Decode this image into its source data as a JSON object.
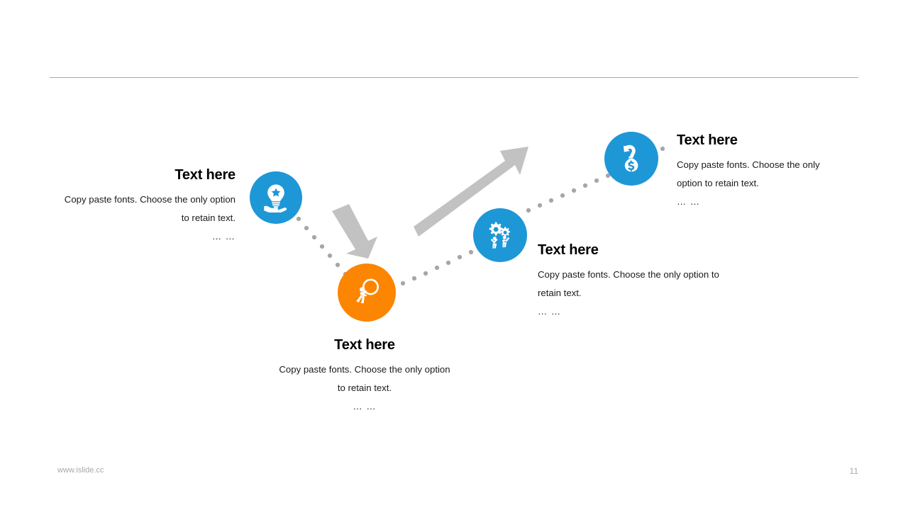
{
  "slide": {
    "page_number": "11",
    "watermark_url": "www.islide.cc",
    "colors": {
      "blue": "#1E97D6",
      "orange": "#FC8501",
      "arrow_gray": "#C2C2C2",
      "dot_gray": "#A6A6A6",
      "divider_gray": "#A6A6A6",
      "footer_gray": "#A8A8A8"
    }
  },
  "blocks": [
    {
      "title": "Text here",
      "body": "Copy paste fonts. Choose the only option to retain text.",
      "dots": "… …",
      "icon": "lightbulb-on-hand-icon",
      "align": "right"
    },
    {
      "title": "Text here",
      "body": "Copy paste fonts. Choose the only option to retain text.",
      "dots": "… …",
      "icon": "person-pushing-circle-icon",
      "align": "center"
    },
    {
      "title": "Text here",
      "body": "Copy paste fonts. Choose the only option to retain text.",
      "dots": "… …",
      "icon": "gears-teamwork-icon",
      "align": "left"
    },
    {
      "title": "Text here",
      "body": "Copy paste fonts. Choose the only option to retain text.",
      "dots": "… …",
      "icon": "hand-money-bag-icon",
      "align": "left"
    }
  ]
}
